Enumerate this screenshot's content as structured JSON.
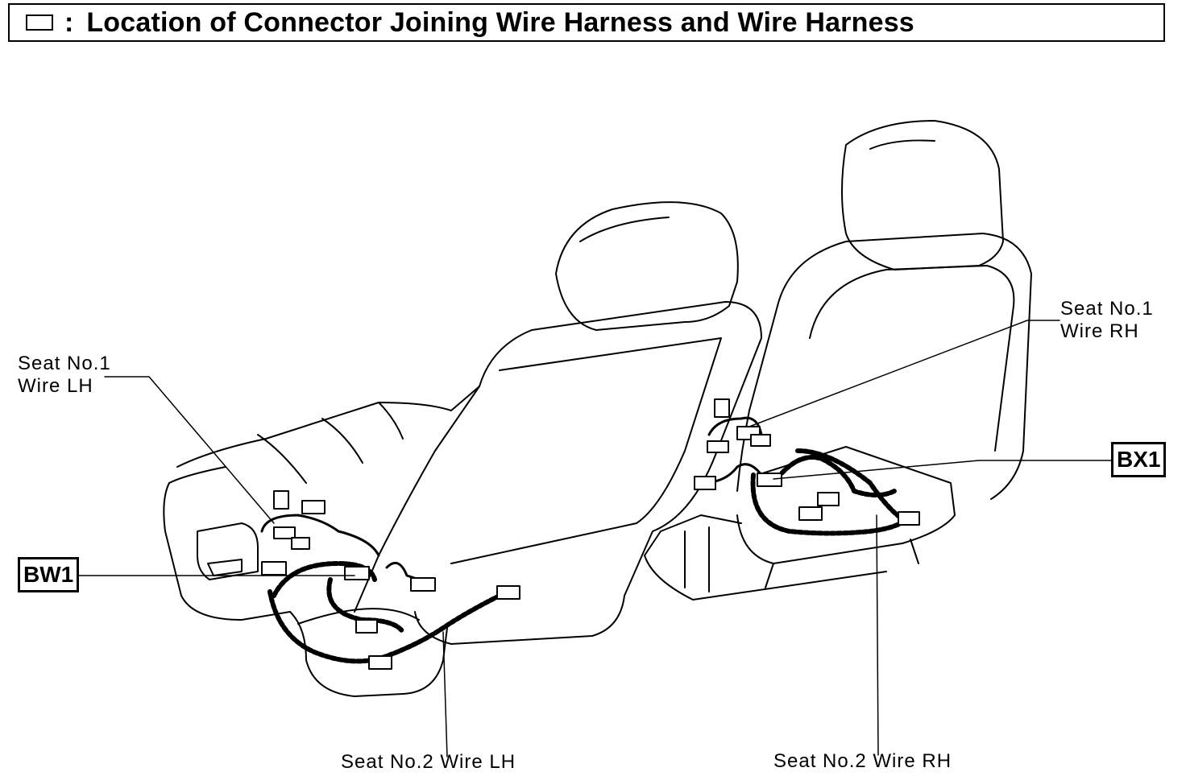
{
  "title": {
    "colon": ":",
    "text": "Location of Connector Joining Wire Harness and Wire Harness"
  },
  "labels": {
    "seat1_lh_line1": "Seat No.1",
    "seat1_lh_line2": "Wire LH",
    "seat1_rh_line1": "Seat No.1",
    "seat1_rh_line2": "Wire RH",
    "seat2_lh": "Seat No.2 Wire LH",
    "seat2_rh": "Seat No.2 Wire RH"
  },
  "connectors": {
    "bw1": "BW1",
    "bx1": "BX1"
  }
}
